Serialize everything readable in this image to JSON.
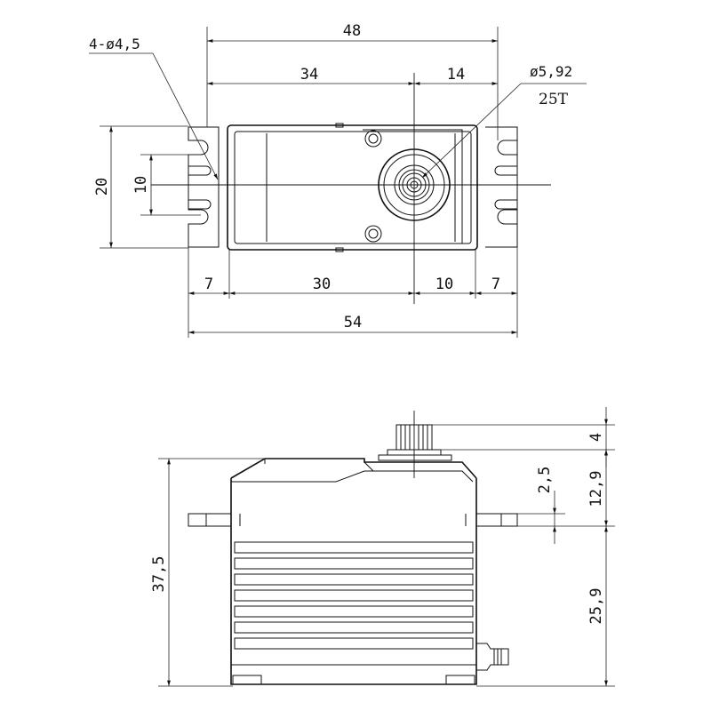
{
  "top_view": {
    "dims": {
      "overall_bolt_span": "48",
      "left_to_shaft": "34",
      "shaft_to_right": "14",
      "total_length": "54",
      "left_flange": "7",
      "body_to_shaft": "30",
      "shaft_to_body_end": "10",
      "right_flange": "7",
      "height": "20",
      "hole_spacing": "10"
    },
    "annotations": {
      "holes": "4-ø4,5",
      "spline_diameter": "ø5,92",
      "spline_teeth": "25T"
    }
  },
  "side_view": {
    "dims": {
      "total_height": "37,5",
      "spline_height": "4",
      "above_flange": "12,9",
      "flange_thickness": "2,5",
      "below_flange": "25,9"
    }
  }
}
